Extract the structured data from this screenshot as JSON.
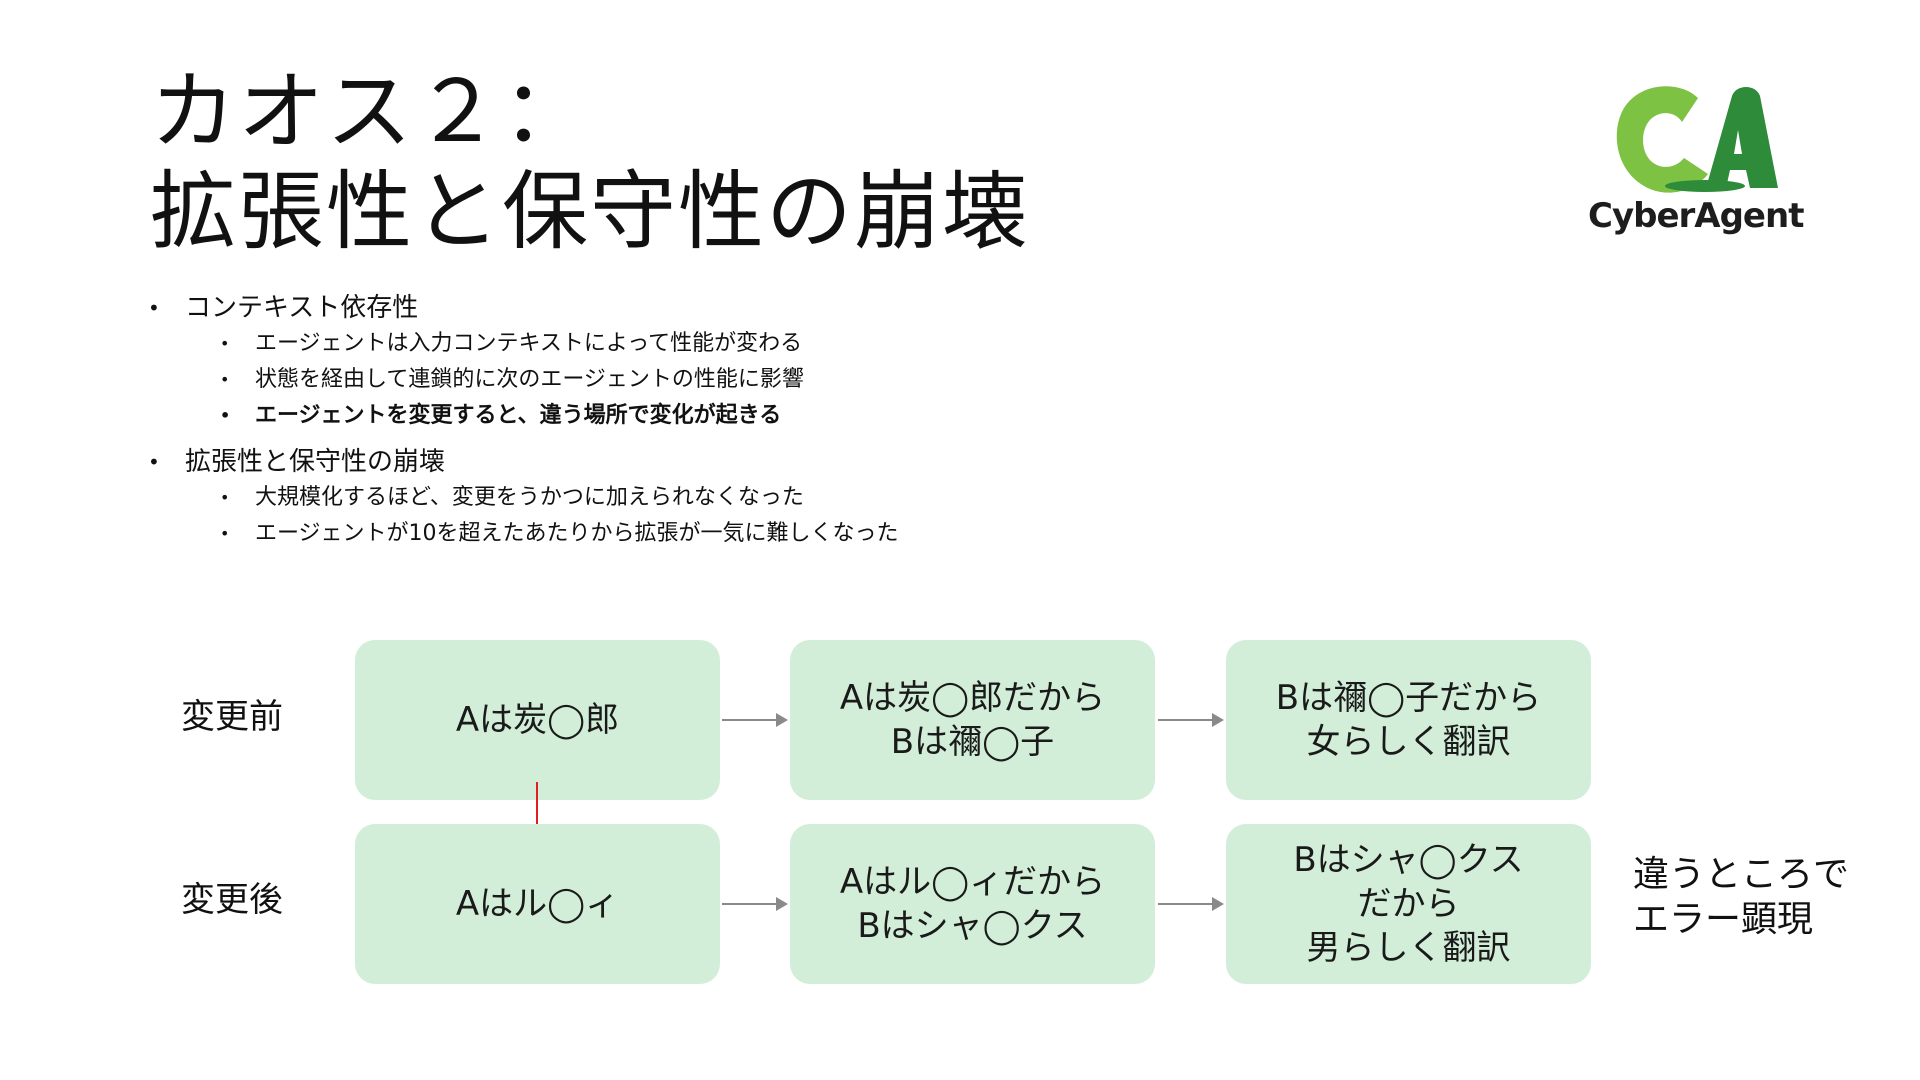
{
  "slide": {
    "title_line1": "カオス２：",
    "title_line2": "拡張性と保守性の崩壊",
    "logo": {
      "text": "CyberAgent",
      "icon": "cyberagent-ca-logo",
      "colors": {
        "light_green": "#7dc242",
        "dark_green": "#2e8b3a"
      }
    },
    "bullets": [
      {
        "label": "コンテキスト依存性",
        "subs": [
          "エージェントは入力コンテキストによって性能が変わる",
          "状態を経由して連鎖的に次のエージェントの性能に影響",
          "エージェントを変更すると、違う場所で変化が起きる"
        ]
      },
      {
        "label": "拡張性と保守性の崩壊",
        "subs": [
          "大規模化するほど、変更をうかつに加えられなくなった",
          "エージェントが10を超えたあたりから拡張が一気に難しくなった"
        ]
      }
    ],
    "diagram": {
      "before_label": "変更前",
      "after_label": "変更後",
      "before_boxes": [
        "Aは炭◯郎",
        "Aは炭◯郎だから\nBは禰◯子",
        "Bは禰◯子だから\n女らしく翻訳"
      ],
      "after_boxes": [
        "Aはル◯ィ",
        "Aはル◯ィだから\nBはシャ◯クス",
        "Bはシャ◯クス\nだから\n男らしく翻訳"
      ],
      "note": "違うところで\nエラー顕現",
      "colors": {
        "box": "#d2eed9",
        "arrow": "#8a8a8a",
        "change_arrow": "#e02020"
      }
    }
  }
}
